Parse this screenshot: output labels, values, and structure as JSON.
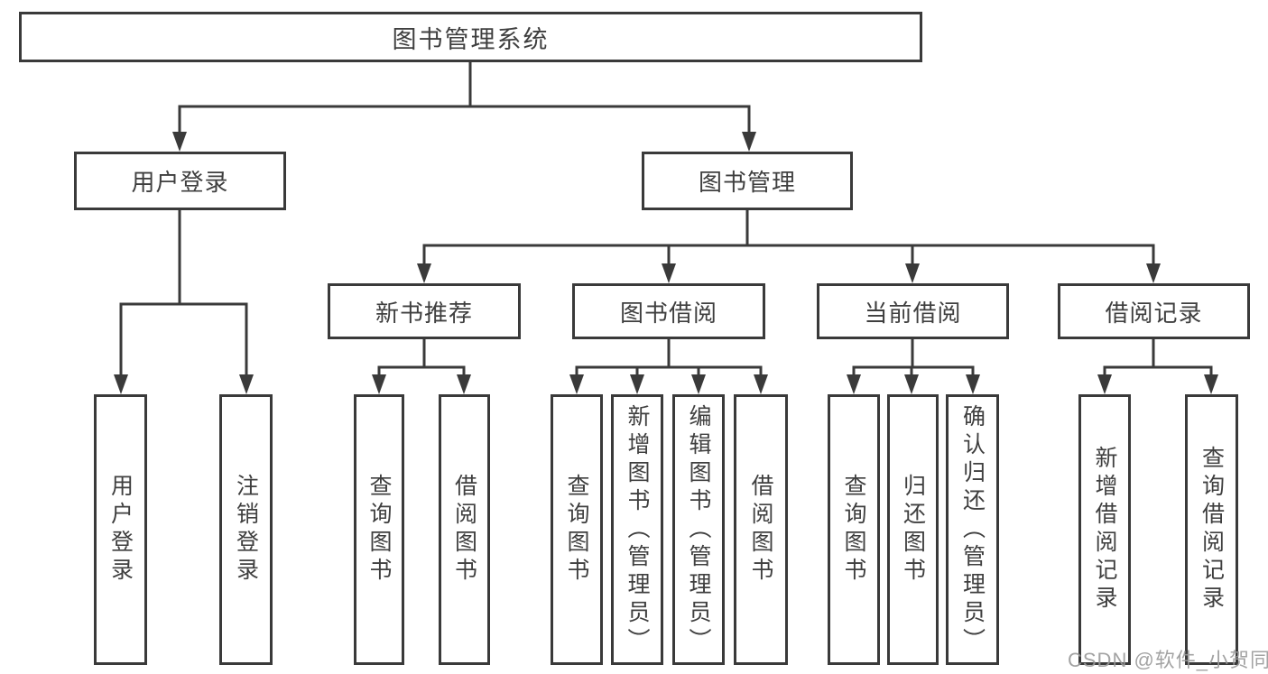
{
  "diagram": {
    "root": "图书管理系统",
    "level2": {
      "user_login": "用户登录",
      "book_mgmt": "图书管理"
    },
    "level3": {
      "new_book": "新书推荐",
      "book_borrow": "图书借阅",
      "current_borrow": "当前借阅",
      "borrow_records": "借阅记录"
    },
    "leaves": {
      "user_login": "用户登录",
      "logout": "注销登录",
      "query_book_1": "查询图书",
      "borrow_book_1": "借阅图书",
      "query_book_2": "查询图书",
      "add_book": "新增图书（管理员）",
      "edit_book": "编辑图书（管理员）",
      "borrow_book_2": "借阅图书",
      "query_book_3": "查询图书",
      "return_book": "归还图书",
      "confirm_return": "确认归还（管理员）",
      "add_borrow_record": "新增借阅记录",
      "query_borrow_record": "查询借阅记录"
    }
  },
  "watermark": "CSDN @软件_小贺同学",
  "colors": {
    "line": "#3a3a3a",
    "text": "#3f3f3f",
    "watermark": "#9a9a9a",
    "background": "#ffffff"
  }
}
